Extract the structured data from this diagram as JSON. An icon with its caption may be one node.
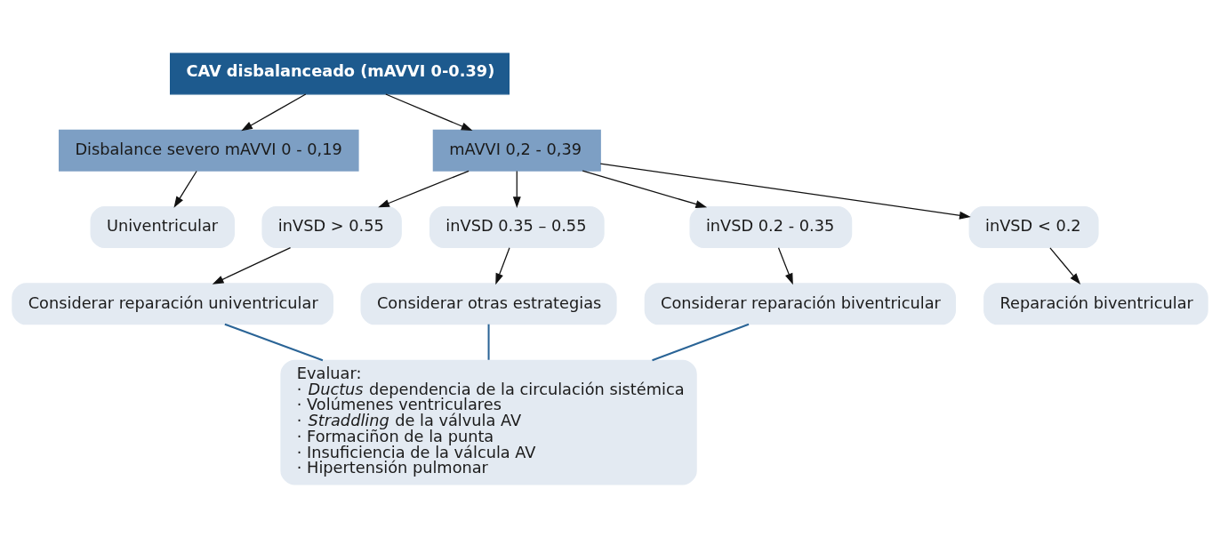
{
  "diagram": {
    "nodes": [
      {
        "text": [
          "CAV disbalanceado (mAVVI 0-0.39)"
        ]
      },
      {
        "text": [
          "Disbalance severo mAVVI 0 - 0,19"
        ]
      },
      {
        "text": [
          "mAVVI 0,2 - 0,39"
        ]
      },
      {
        "text": [
          "Univentricular"
        ]
      },
      {
        "text": [
          "inVSD > 0.55"
        ]
      },
      {
        "text": [
          "inVSD 0.35 – 0.55"
        ]
      },
      {
        "text": [
          "inVSD 0.2 - 0.35"
        ]
      },
      {
        "text": [
          "inVSD < 0.2"
        ]
      },
      {
        "text": [
          "Considerar reparación univentricular"
        ]
      },
      {
        "text": [
          "Considerar otras estrategias"
        ]
      },
      {
        "text": [
          "Considerar reparación biventricular"
        ]
      },
      {
        "text": [
          "Reparación biventricular"
        ]
      },
      {
        "text": [
          "Evaluar:",
          "· *Ductus* dependencia de la circulación sistémica",
          "· Volúmenes ventriculares",
          "· *Straddling* de la válvula AV",
          "· Formaciñon de la punta",
          "· Insuficiencia de la válcula AV",
          "· Hipertensión pulmonar"
        ]
      }
    ],
    "edges": [
      {
        "from": 0,
        "to": 1,
        "arrow": "to"
      },
      {
        "from": 0,
        "to": 2,
        "arrow": "to"
      },
      {
        "from": 1,
        "to": 3,
        "arrow": "to"
      },
      {
        "from": 2,
        "to": 4,
        "arrow": "to"
      },
      {
        "from": 2,
        "to": 5,
        "arrow": "to"
      },
      {
        "from": 2,
        "to": 6,
        "arrow": "to"
      },
      {
        "from": 2,
        "to": 7,
        "arrow": "to"
      },
      {
        "from": 4,
        "to": 8,
        "arrow": "to"
      },
      {
        "from": 5,
        "to": 9,
        "arrow": "to"
      },
      {
        "from": 6,
        "to": 10,
        "arrow": "to"
      },
      {
        "from": 7,
        "to": 11,
        "arrow": "to"
      },
      {
        "from": 8,
        "to": 12,
        "arrow": "none",
        "color": "#2a6496"
      },
      {
        "from": 9,
        "to": 12,
        "arrow": "none",
        "color": "#2a6496"
      },
      {
        "from": 10,
        "to": 12,
        "arrow": "none",
        "color": "#2a6496"
      }
    ]
  }
}
